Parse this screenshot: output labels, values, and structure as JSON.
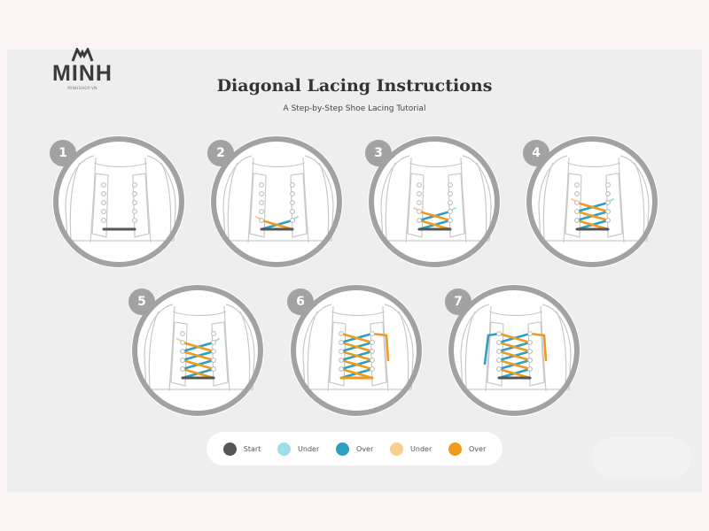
{
  "brand": {
    "name": "MINH",
    "sub": "MINHSHOP.VN"
  },
  "title": "Diagonal Lacing Instructions",
  "subtitle": "A Step-by-Step Shoe Lacing Tutorial",
  "colors": {
    "start": "#565656",
    "under_blue": "#9ddfe8",
    "over_blue": "#2d9fc1",
    "under_orange": "#f8cf8e",
    "over_orange": "#ee9a1d",
    "ring": "#a2a2a2",
    "badge": "#a2a2a2"
  },
  "steps": [
    {
      "number": "1"
    },
    {
      "number": "2"
    },
    {
      "number": "3"
    },
    {
      "number": "4"
    },
    {
      "number": "5"
    },
    {
      "number": "6"
    },
    {
      "number": "7"
    }
  ],
  "legend": [
    {
      "label": "Start",
      "color": "#565656"
    },
    {
      "label": "Under",
      "color": "#9ddfe8"
    },
    {
      "label": "Over",
      "color": "#2d9fc1"
    },
    {
      "label": "Under",
      "color": "#f8cf8e"
    },
    {
      "label": "Over",
      "color": "#ee9a1d"
    }
  ]
}
